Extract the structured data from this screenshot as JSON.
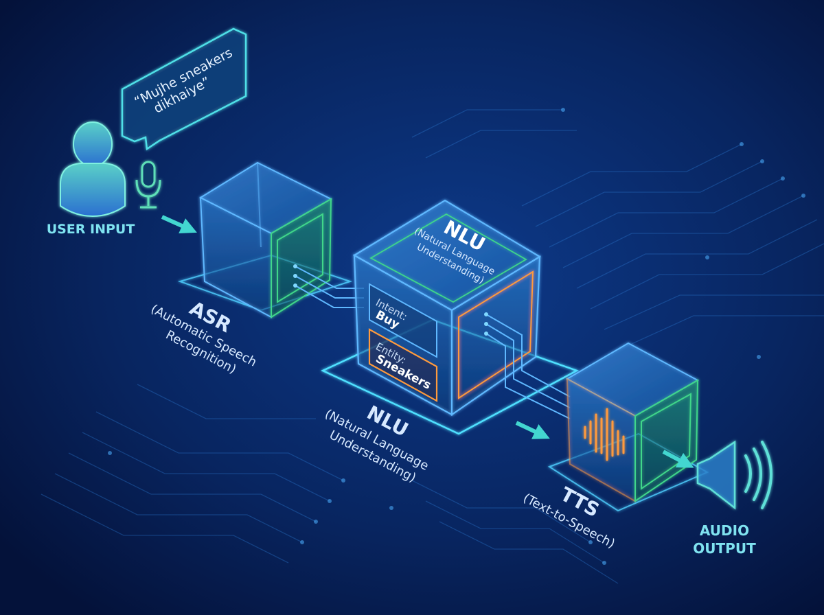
{
  "speech_bubble": {
    "line1": "“Mujhe sneakers",
    "line2": "dikhaiye”"
  },
  "user_input": {
    "label": "USER INPUT"
  },
  "asr": {
    "title": "ASR",
    "sub1": "(Automatic Speech",
    "sub2": "Recognition)"
  },
  "nlu_top": {
    "title": "NLU",
    "sub1": "(Natural Language",
    "sub2": "Understanding)"
  },
  "nlu_panels": {
    "intent_label": "Intent:",
    "intent_value": "Buy",
    "entity_label": "Entity:",
    "entity_value": "Sneakers"
  },
  "nlu_bottom": {
    "title": "NLU",
    "sub1": "(Natural Language",
    "sub2": "Understanding)"
  },
  "tts": {
    "title": "TTS",
    "sub": "(Text-to-Speech)"
  },
  "audio_output": {
    "line1": "AUDIO",
    "line2": "OUTPUT"
  },
  "colors": {
    "background": "#061a45",
    "cube_edge": "#5fb8ff",
    "cube_green": "#3fd68a",
    "accent_orange": "#ff9a3c",
    "teal": "#43d6d0",
    "label": "#cfe6ff"
  },
  "icons": [
    "user-icon",
    "microphone-icon",
    "speech-bubble-icon",
    "sound-wave-icon",
    "speaker-icon",
    "arrow-icon"
  ]
}
